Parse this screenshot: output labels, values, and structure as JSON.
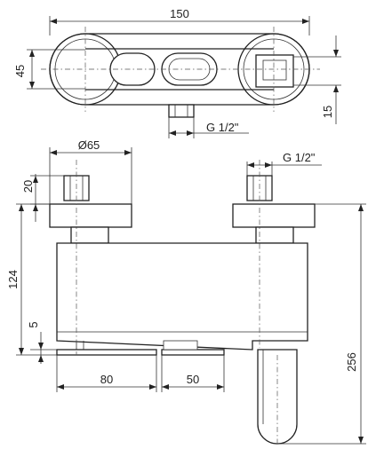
{
  "dimensions": {
    "top_width": "150",
    "top_height": "45",
    "top_offset": "15",
    "top_thread": "G 1/2\"",
    "inlet_diameter": "Ø65",
    "outlet_thread": "G 1/2\"",
    "inlet_height": "20",
    "body_height": "124",
    "base_gap": "5",
    "spout_height": "256",
    "base_left_width": "80",
    "base_right_width": "50"
  }
}
